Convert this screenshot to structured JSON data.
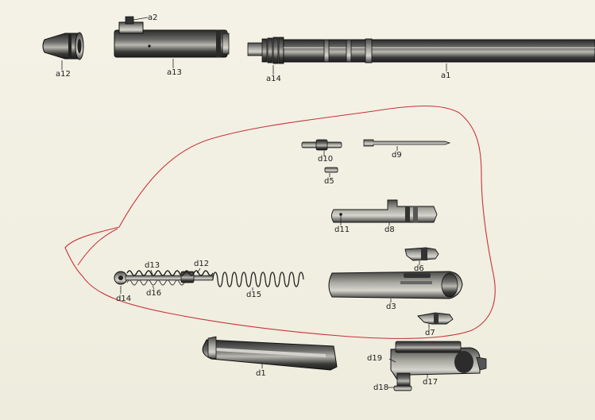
{
  "labels": {
    "a12": "a12",
    "a2": "a2",
    "a13": "a13",
    "a14": "a14",
    "a1": "a1",
    "d10": "d10",
    "d9": "d9",
    "d5": "d5",
    "d11": "d11",
    "d8": "d8",
    "d13": "d13",
    "d12": "d12",
    "d14": "d14",
    "d16": "d16",
    "d15": "d15",
    "d6": "d6",
    "d3": "d3",
    "d7": "d7",
    "d1": "d1",
    "d19": "d19",
    "d18": "d18",
    "d17": "d17"
  },
  "colors": {
    "paper": "#f3f1e4",
    "ink": "#1c1c1c",
    "annotation": "#c8323a"
  },
  "annotation": {
    "shape": "hand-drawn-loop",
    "color": "#c8323a"
  }
}
